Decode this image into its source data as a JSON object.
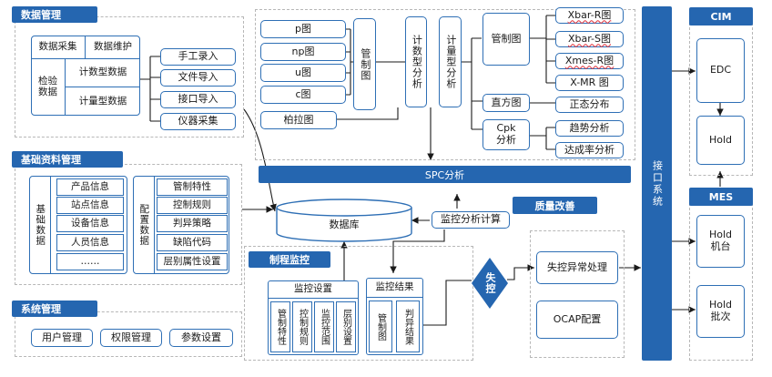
{
  "sections": {
    "data_mgmt": "数据管理",
    "basic_mgmt": "基础资料管理",
    "system_mgmt": "系统管理",
    "process_monitor": "制程监控",
    "quality_improve": "质量改善",
    "cim": "CIM",
    "mes": "MES"
  },
  "data_mgmt": {
    "collect": "数据采集",
    "maintain": "数据维护",
    "inspect": "检验数据",
    "count_data": "计数型数据",
    "measure_data": "计量型数据",
    "inputs": [
      "手工录入",
      "文件导入",
      "接口导入",
      "仪器采集"
    ]
  },
  "basic": {
    "group_a": "基础数据",
    "items_a": [
      "产品信息",
      "站点信息",
      "设备信息",
      "人员信息",
      "……"
    ],
    "group_b": "配置数据",
    "items_b": [
      "管制特性",
      "控制规则",
      "判异策略",
      "缺陷代码",
      "层别属性设置"
    ]
  },
  "system": {
    "items": [
      "用户管理",
      "权限管理",
      "参数设置"
    ]
  },
  "charts": {
    "attr_charts": [
      "p图",
      "np图",
      "u图",
      "c图"
    ],
    "pareto": "柏拉图",
    "control_chart": "管制图",
    "count_analysis": "计数型分析",
    "measure_analysis": "计量型分析",
    "control_chart2": "管制图",
    "var_charts": [
      "Xbar-R图",
      "Xbar-S图",
      "Xmes-R图",
      "X-MR 图"
    ],
    "histogram": "直方图",
    "normal": "正态分布",
    "cpk": "Cpk 分析",
    "trend": "趋势分析",
    "rate": "达成率分析"
  },
  "spc": "SPC分析",
  "database": "数据库",
  "monitor_calc": "监控分析计算",
  "monitor_setup": {
    "title": "监控设置",
    "cols": [
      "管制特性",
      "控制规则",
      "监控范围",
      "层别设置"
    ]
  },
  "monitor_result": {
    "title": "监控结果",
    "cols": [
      "管制图",
      "判异结果"
    ]
  },
  "out_of_control": "失控",
  "abnormal_handling": "失控异常处理",
  "ocap": "OCAP配置",
  "interface": "接口系统",
  "cim_items": [
    "EDC",
    "Hold"
  ],
  "mes_items": [
    "Hold 机台",
    "Hold 批次"
  ]
}
